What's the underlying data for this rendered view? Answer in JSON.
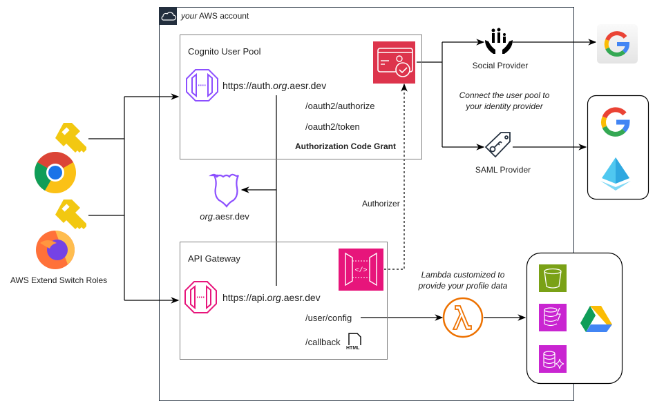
{
  "account": {
    "label_italic": "your",
    "label_rest": " AWS account",
    "icon": "cloud-icon"
  },
  "cognito": {
    "title": "Cognito User Pool",
    "url_prefix": "https://auth.",
    "url_italic": "org",
    "url_suffix": ".aesr.dev",
    "paths": [
      "/oauth2/authorize",
      "/oauth2/token"
    ],
    "grant": "Authorization Code Grant",
    "icon_color": "#DD344C"
  },
  "domain": {
    "italic": "org",
    "rest": ".aesr.dev"
  },
  "authorizer": "Authorizer",
  "api_gateway": {
    "title": "API Gateway",
    "url_prefix": "https://api.",
    "url_italic": "org",
    "url_suffix": ".aesr.dev",
    "config_path": "/user/config",
    "callback_path": "/callback",
    "html_label": "HTML",
    "icon_color": "#E7157B"
  },
  "client": {
    "label": "AWS Extend Switch Roles"
  },
  "providers": {
    "social": "Social Provider",
    "saml": "SAML Provider",
    "note_line1": "Connect the user pool to",
    "note_line2": "your identity provider"
  },
  "lambda": {
    "note_line1": "Lambda customized to",
    "note_line2": "provide your profile data",
    "color": "#ED7100"
  },
  "storage": {
    "s3_color": "#7AA116",
    "db_color": "#C925D1"
  }
}
